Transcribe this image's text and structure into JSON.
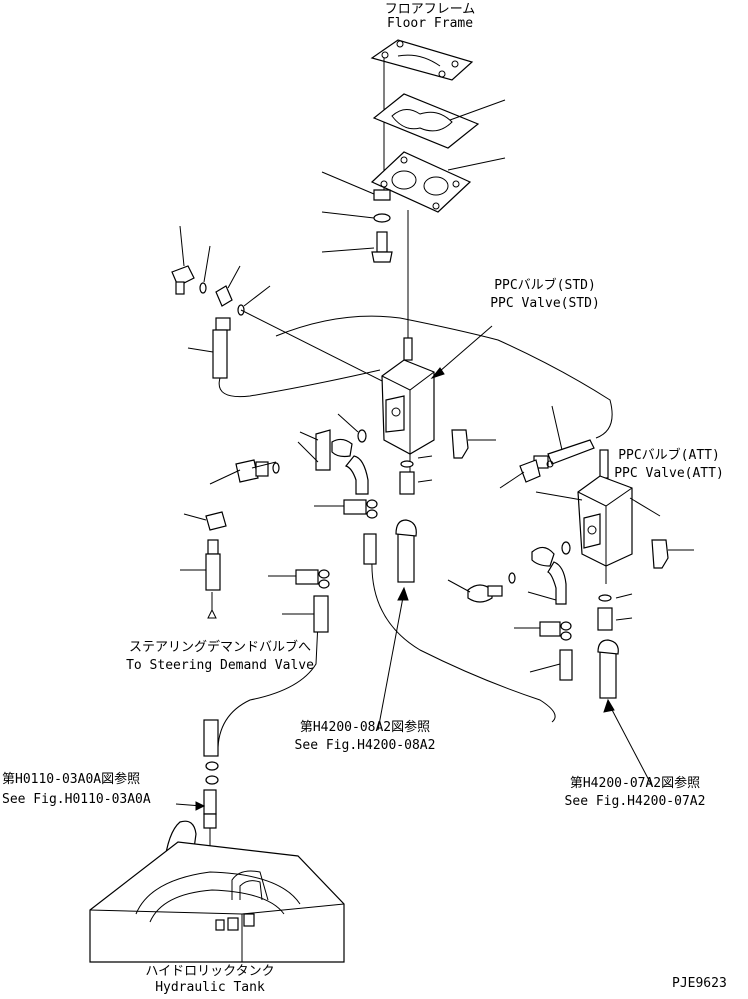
{
  "labels": {
    "floor_frame_jp": "フロアフレーム",
    "floor_frame_en": "Floor Frame",
    "ppc_std_jp": "PPCバルブ(STD)",
    "ppc_std_en": "PPC Valve(STD)",
    "ppc_att_jp": "PPCバルブ(ATT)",
    "ppc_att_en": "PPC Valve(ATT)",
    "steering_jp": "ステアリングデマンドバルブへ",
    "steering_en": "To Steering Demand Valve",
    "ref_h4200_08a2_jp": "第H4200-08A2図参照",
    "ref_h4200_08a2_en": "See Fig.H4200-08A2",
    "ref_h4200_07a2_jp": "第H4200-07A2図参照",
    "ref_h4200_07a2_en": "See Fig.H4200-07A2",
    "ref_h0110_jp": "第H0110-03A0A図参照",
    "ref_h0110_en": "See Fig.H0110-03A0A",
    "tank_jp": "ハイドロリックタンク",
    "tank_en": "Hydraulic Tank",
    "drawing_no": "PJE9623"
  }
}
